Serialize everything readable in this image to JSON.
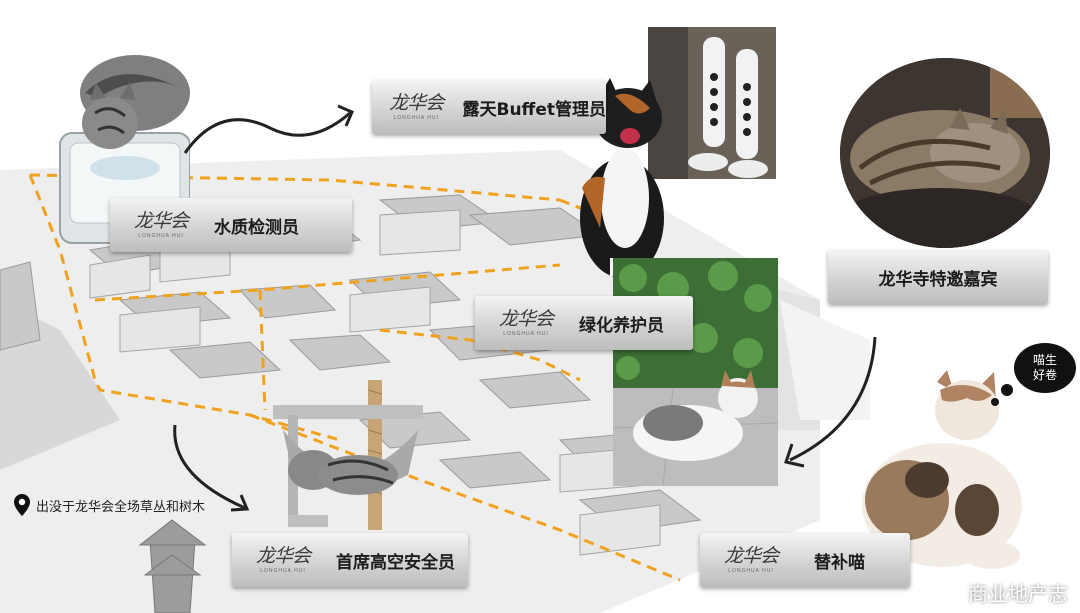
{
  "logo": {
    "mark": "龙华会",
    "sub": "LONGHUA HUI"
  },
  "labels": {
    "buffet": "露天Buffet管理员",
    "water": "水质检测员",
    "greening": "绿化养护员",
    "guest": "龙华寺特邀嘉宾",
    "safety": "首席高空安全员",
    "substitute": "替补喵"
  },
  "note": "出没于龙华会全场草丛和树木",
  "bubble": {
    "line1": "喵生",
    "line2": "好卷"
  },
  "watermark": "商业地产志",
  "colors": {
    "route": "#f0a21e",
    "label_text": "#1c1c1c",
    "bubble": "#111111"
  },
  "icons": [
    "location-pin-icon",
    "weibo-icon"
  ]
}
